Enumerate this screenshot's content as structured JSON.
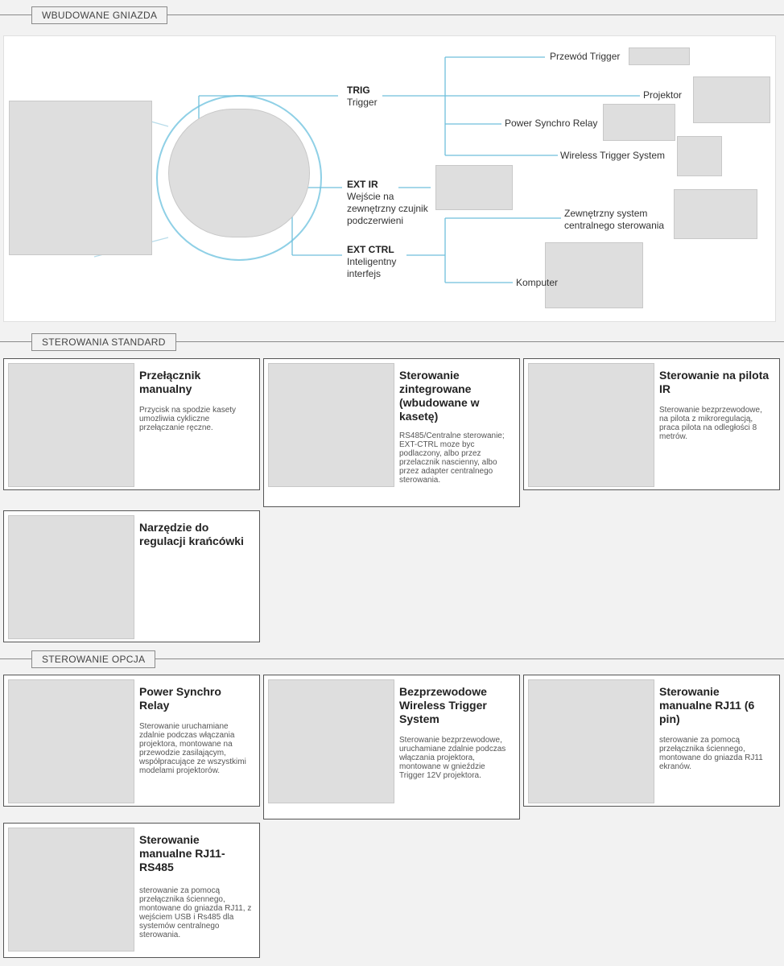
{
  "sections": {
    "builtin": "WBUDOWANE GNIAZDA",
    "standard": "STEROWANIA STANDARD",
    "optional": "STEROWANIE OPCJA"
  },
  "diagram": {
    "trig": {
      "title": "TRIG",
      "sub": "Trigger"
    },
    "extir": {
      "title": "EXT IR",
      "sub": "Wejście na zewnętrzny czujnik podczerwieni"
    },
    "extctrl": {
      "title": "EXT CTRL",
      "sub": "Inteligentny interfejs"
    },
    "targets": {
      "trigger_cable": "Przewód Trigger",
      "projector": "Projektor",
      "power_synchro": "Power Synchro Relay",
      "wireless": "Wireless Trigger System",
      "external_system": "Zewnętrzny system centralnego sterowania",
      "computer": "Komputer"
    }
  },
  "standard_cards": [
    {
      "title": "Przełącznik manualny",
      "desc": "Przycisk na spodzie kasety umozliwia cykliczne przełączanie ręczne."
    },
    {
      "title": "Sterowanie zintegrowane (wbudowane w kasetę)",
      "desc": "RS485/Centralne sterowanie; EXT-CTRL moze byc podlaczony, albo przez przelacznik nascienny, albo przez adapter centralnego sterowania."
    },
    {
      "title": "Sterowanie na pilota IR",
      "desc": "Sterowanie bezprzewodowe, na pilota z mikroregulacją, praca pilota na odległości 8 metrów."
    },
    {
      "title": "Narzędzie do regulacji krańcówki",
      "desc": ""
    }
  ],
  "optional_cards": [
    {
      "title": "Power Synchro Relay",
      "desc": "Sterowanie uruchamiane zdalnie podczas włączania projektora, montowane na przewodzie zasilającym, współpracujące ze wszystkimi modelami projektorów."
    },
    {
      "title": "Bezprzewodowe Wireless Trigger System",
      "desc": "Sterowanie bezprzewodowe, uruchamiane zdalnie podczas włączania projektora, montowane w gnieździe Trigger 12V projektora."
    },
    {
      "title": "Sterowanie manualne RJ11 (6 pin)",
      "desc": "sterowanie za pomocą przełącznika ściennego, montowane do gniazda RJ11 ekranów."
    },
    {
      "title": "Sterowanie manualne RJ11-RS485",
      "desc": "sterowanie za pomocą przełącznika ściennego, montowane do gniazda RJ11, z wejściem USB i Rs485 dla systemów centralnego sterowania."
    }
  ],
  "colors": {
    "line": "#6fbfdc",
    "border": "#555555"
  }
}
